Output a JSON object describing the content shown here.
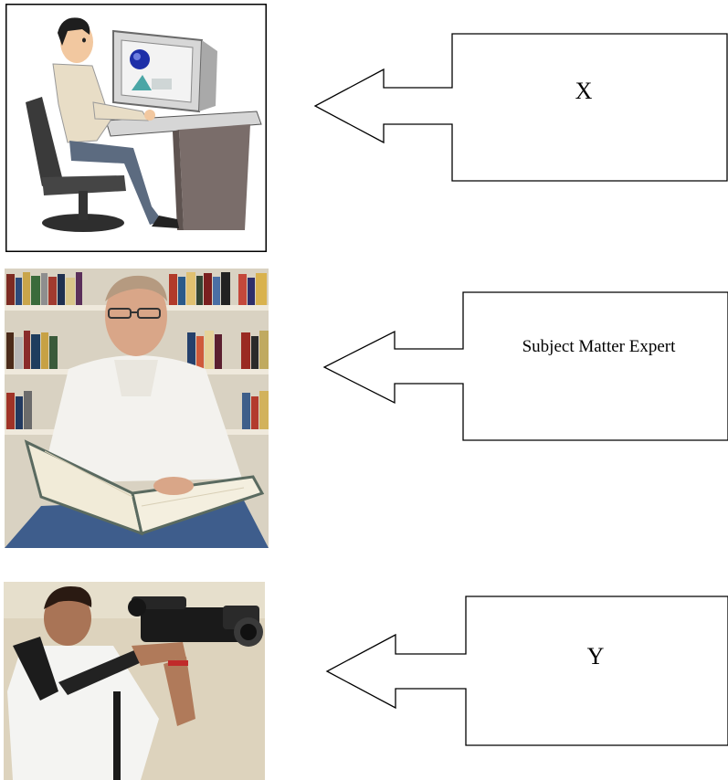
{
  "rows": [
    {
      "image_icon": "designer-at-computer-clipart",
      "label": "X"
    },
    {
      "image_icon": "man-reading-book-photo",
      "label": "Subject Matter Expert"
    },
    {
      "image_icon": "cameraman-with-video-camera-photo",
      "label": "Y"
    }
  ],
  "colors": {
    "outline": "#000000",
    "background": "#ffffff"
  }
}
